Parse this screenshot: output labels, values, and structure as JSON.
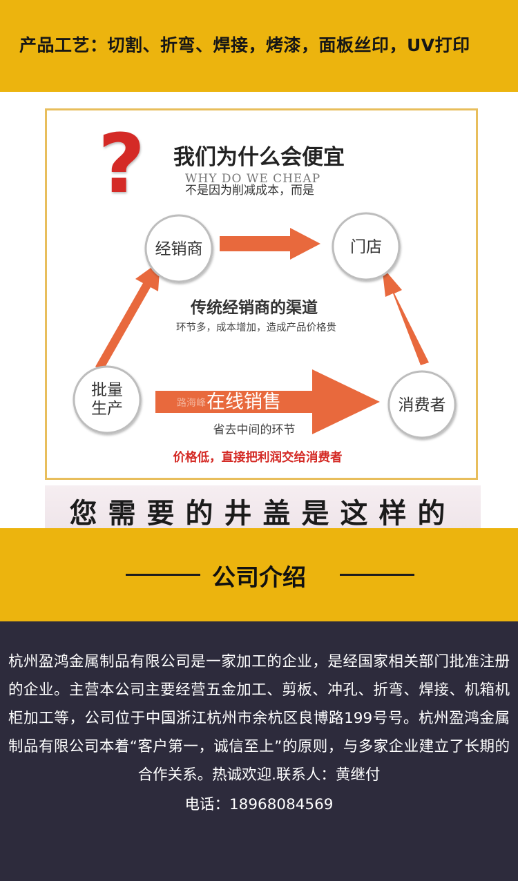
{
  "header": {
    "process_text": "产品工艺：切割、折弯、焊接，烤漆，面板丝印，UV打印"
  },
  "poster": {
    "question_mark": "?",
    "title": "我们为什么会便宜",
    "subtitle_en": "WHY DO WE CHEAP",
    "subtitle_cn": "不是因为削减成本，而是",
    "node_distributor": "经销商",
    "node_store": "门店",
    "node_bulk_line1": "批量",
    "node_bulk_line2": "生产",
    "node_consumer": "消费者",
    "traditional_title": "传统经销商的渠道",
    "traditional_desc": "环节多，成本增加，造成产品价格贵",
    "online_label": "在线销售",
    "online_desc": "省去中间的环节",
    "watermark": "路海峰",
    "bottom_note": "价格低，直接把利润交给消费者"
  },
  "caption": {
    "text": "您需要的井盖是这样的"
  },
  "section": {
    "title": "公司介绍"
  },
  "intro": {
    "paragraph": "杭州盈鸿金属制品有限公司是一家加工的企业，是经国家相关部门批准注册的企业。主营本公司主要经营五金加工、剪板、冲孔、折弯、焊接、机箱机柜加工等，公司位于中国浙江杭州市余杭区良博路199号号。杭州盈鸿金属制品有限公司本着“客户第一，诚信至上”的原则，与多家企业建立了长期的合作关系。热诚欢迎.联系人：黄继付",
    "phone": "电话：18968084569"
  },
  "colors": {
    "brand_yellow": "#ecb40e",
    "arrow_orange": "#e8693d",
    "question_red": "#d42a25",
    "intro_bg": "#2d2b3c"
  }
}
